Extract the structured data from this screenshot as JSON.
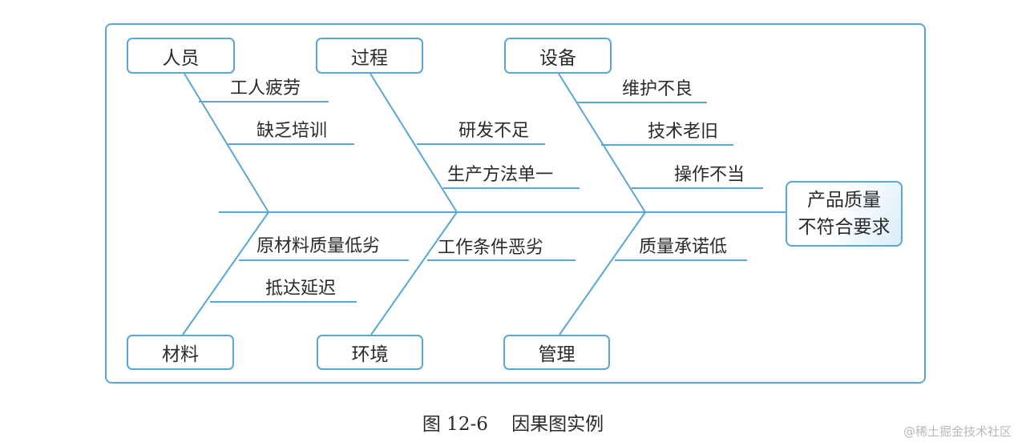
{
  "categories": {
    "people": "人员",
    "process": "过程",
    "equipment": "设备",
    "materials": "材料",
    "environment": "环境",
    "management": "管理"
  },
  "causes": {
    "people": [
      "工人疲劳",
      "缺乏培训"
    ],
    "process": [
      "研发不足",
      "生产方法单一"
    ],
    "equipment": [
      "维护不良",
      "技术老旧",
      "操作不当"
    ],
    "materials": [
      "原材料质量低劣",
      "抵达延迟"
    ],
    "environment": [
      "工作条件恶劣"
    ],
    "management": [
      "质量承诺低"
    ]
  },
  "effect": [
    "产品质量",
    "不符合要求"
  ],
  "caption": "图 12-6    因果图实例",
  "watermark": "@稀土掘金技术社区",
  "colors": {
    "border": "#5aa6d6",
    "text": "#2a2a2a",
    "watermark": "#b8b8b8"
  }
}
